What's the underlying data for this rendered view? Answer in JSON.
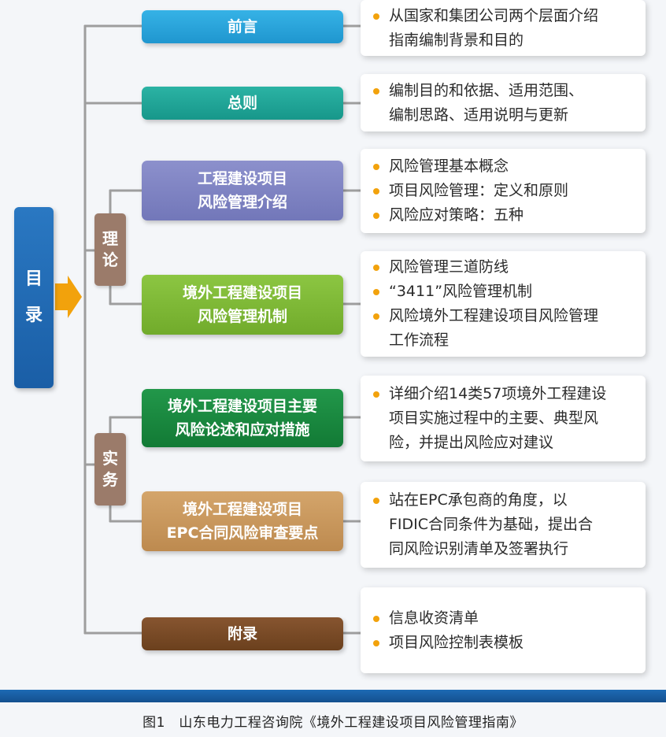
{
  "root_label": [
    "目",
    "录"
  ],
  "groups": {
    "theory": [
      "理",
      "论"
    ],
    "practice": [
      "实",
      "务"
    ]
  },
  "sections": [
    {
      "title": [
        "前言"
      ],
      "items": [
        "从国家和集团公司两个层面介绍",
        "指南编制背景和目的"
      ],
      "bullets": [
        0
      ]
    },
    {
      "title": [
        "总则"
      ],
      "items": [
        "编制目的和依据、适用范围、",
        "编制思路、适用说明与更新"
      ],
      "bullets": [
        0
      ]
    },
    {
      "title": [
        "工程建设项目",
        "风险管理介绍"
      ],
      "items": [
        "风险管理基本概念",
        "项目风险管理：定义和原则",
        "风险应对策略：五种"
      ],
      "bullets": [
        0,
        1,
        2
      ]
    },
    {
      "title": [
        "境外工程建设项目",
        "风险管理机制"
      ],
      "items": [
        "风险管理三道防线",
        "“3411”风险管理机制",
        "风险境外工程建设项目风险管理",
        "工作流程"
      ],
      "bullets": [
        0,
        1,
        2
      ]
    },
    {
      "title": [
        "境外工程建设项目主要",
        "风险论述和应对措施"
      ],
      "items": [
        "详细介绍14类57项境外工程建设",
        "项目实施过程中的主要、典型风",
        "险，并提出风险应对建议"
      ],
      "bullets": [
        0
      ]
    },
    {
      "title": [
        "境外工程建设项目",
        "EPC合同风险审查要点"
      ],
      "items": [
        "站在EPC承包商的角度，以",
        "FIDIC合同条件为基础，提出合",
        "同风险识别清单及签署执行"
      ],
      "bullets": [
        0
      ]
    },
    {
      "title": [
        "附录"
      ],
      "items": [
        "信息收资清单",
        "项目风险控制表模板"
      ],
      "bullets": [
        0,
        1
      ]
    }
  ],
  "caption": "图1　山东电力工程咨询院《境外工程建设项目风险管理指南》",
  "colors": {
    "root": "#1f67ad",
    "group": "#9b7b6a",
    "arrow": "#f2a20c",
    "line": "#9e9e9e",
    "bullet": "#f2a20c",
    "node_colors": [
      "#2aa6de",
      "#1fa596",
      "#7f83c4",
      "#7fba34",
      "#1a8a3f",
      "#c9995e",
      "#7a4b25"
    ]
  }
}
